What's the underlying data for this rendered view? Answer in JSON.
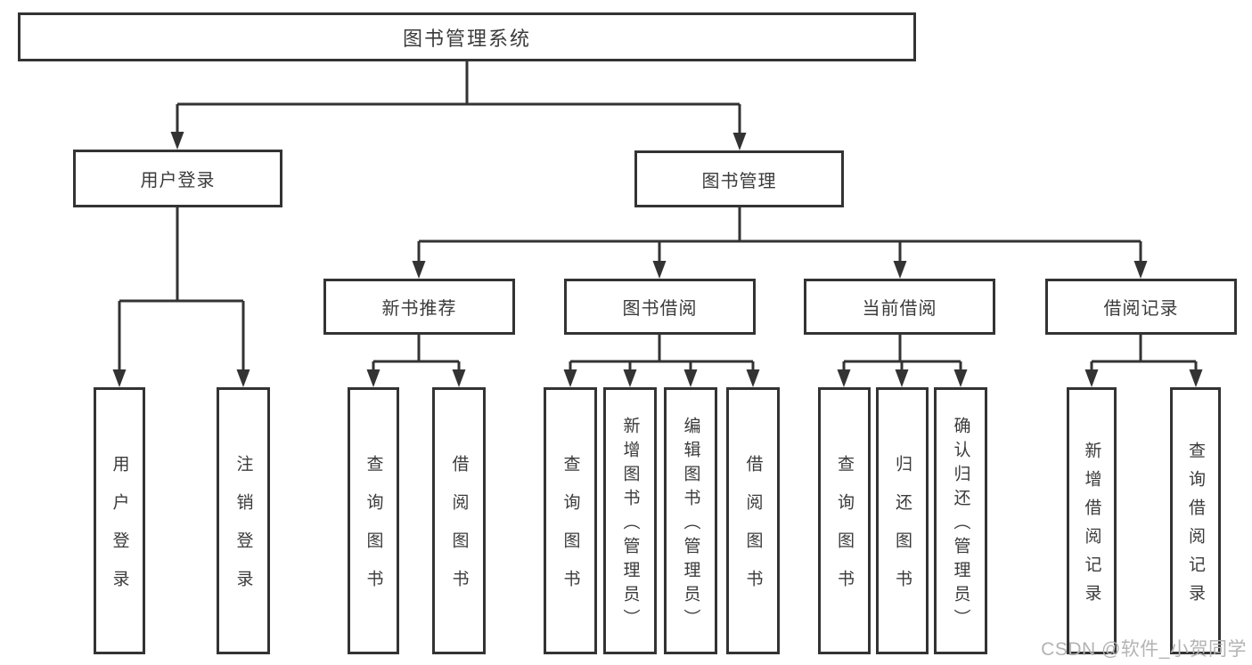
{
  "diagram": {
    "root": {
      "label": "图书管理系统"
    },
    "branches": [
      {
        "label": "用户登录",
        "children": [
          {
            "label": "用户登录"
          },
          {
            "label": "注销登录"
          }
        ]
      },
      {
        "label": "图书管理",
        "children": [
          {
            "label": "新书推荐",
            "children": [
              {
                "label": "查询图书"
              },
              {
                "label": "借阅图书"
              }
            ]
          },
          {
            "label": "图书借阅",
            "children": [
              {
                "label": "查询图书"
              },
              {
                "label": "新增图书（管理员）"
              },
              {
                "label": "编辑图书（管理员）"
              },
              {
                "label": "借阅图书"
              }
            ]
          },
          {
            "label": "当前借阅",
            "children": [
              {
                "label": "查询图书"
              },
              {
                "label": "归还图书"
              },
              {
                "label": "确认归还（管理员）"
              }
            ]
          },
          {
            "label": "借阅记录",
            "children": [
              {
                "label": "新增借阅记录"
              },
              {
                "label": "查询借阅记录"
              }
            ]
          }
        ]
      }
    ]
  },
  "watermark": "CSDN @软件_小贺同学",
  "colors": {
    "line": "#333333",
    "box_border": "#333333",
    "text": "#3b3b3b",
    "watermark": "#b3b3b3",
    "background": "#ffffff"
  }
}
